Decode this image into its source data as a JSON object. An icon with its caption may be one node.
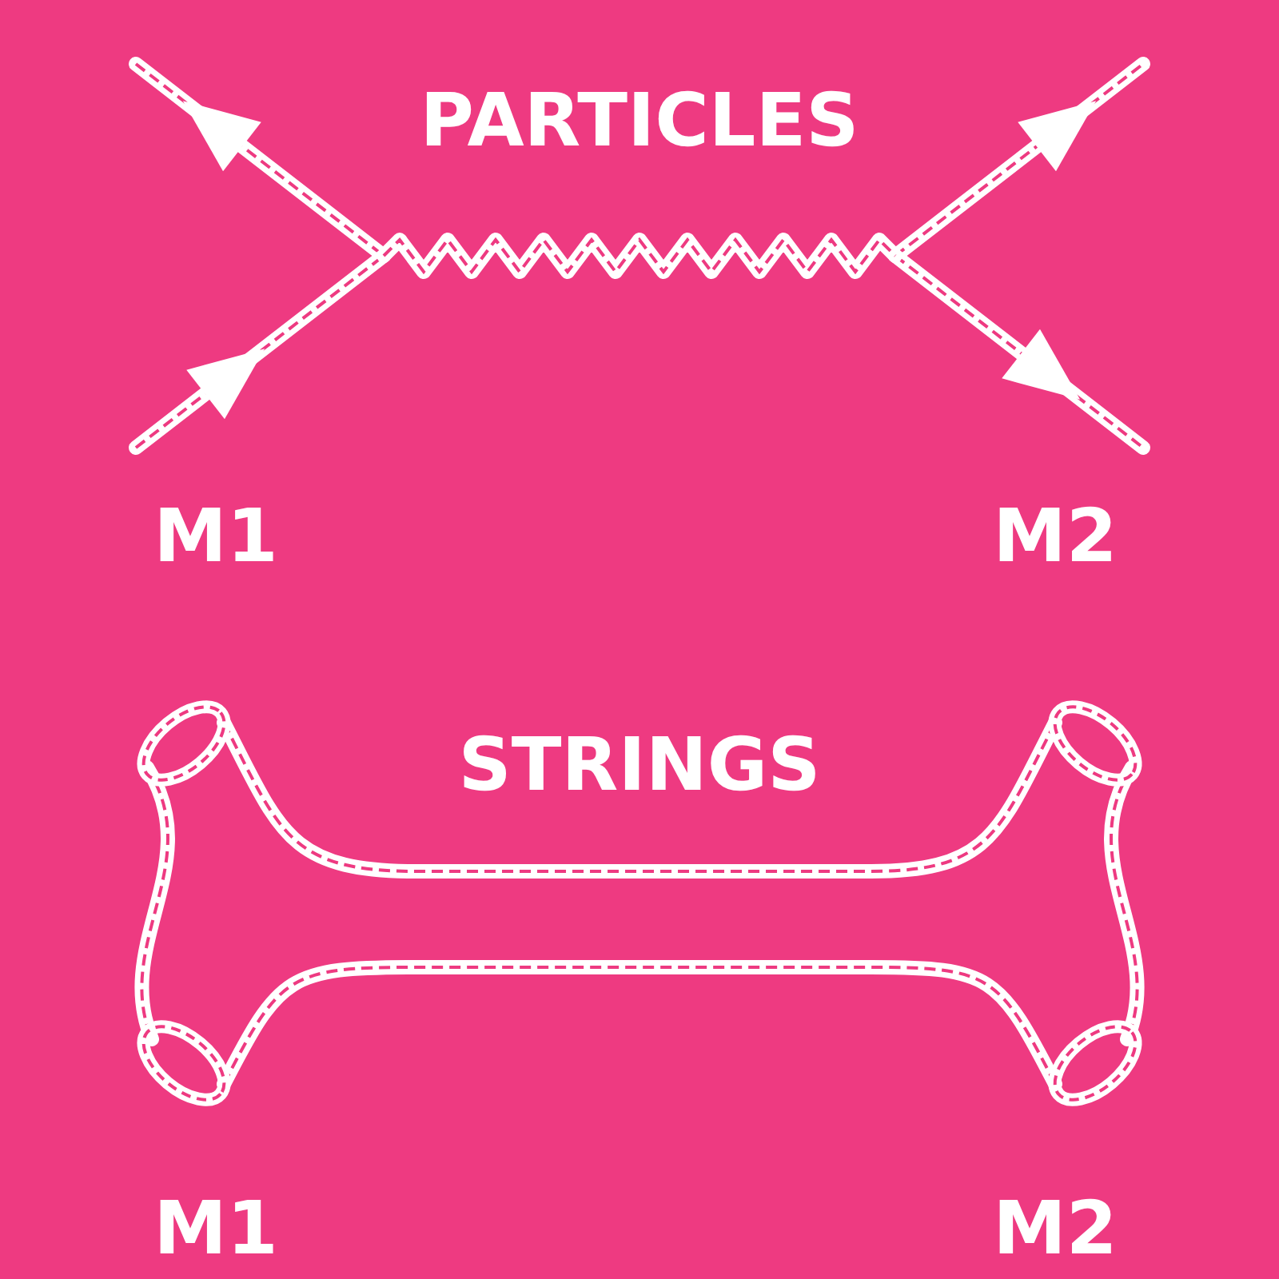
{
  "diagram": {
    "labels": [
      "PARTICLES",
      "M1",
      "M2",
      "STRINGS",
      "M1",
      "M2"
    ]
  }
}
